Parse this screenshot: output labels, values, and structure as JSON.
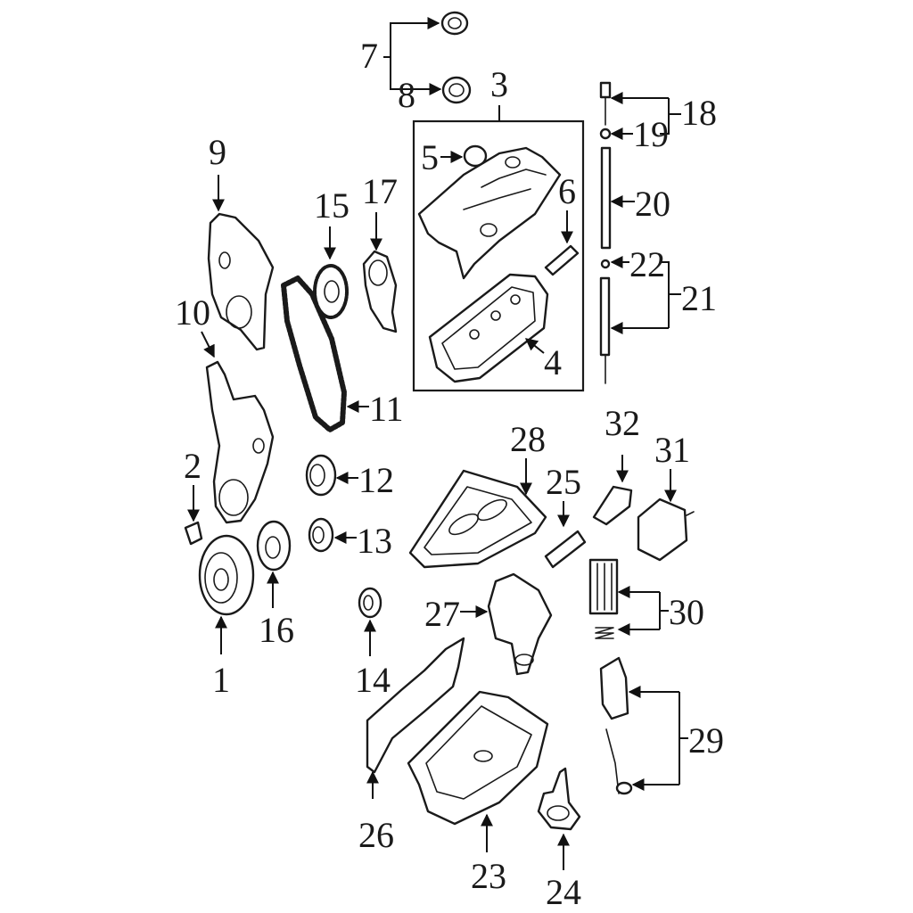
{
  "diagram": {
    "labels": [
      "1",
      "2",
      "3",
      "4",
      "5",
      "6",
      "7",
      "8",
      "9",
      "10",
      "11",
      "12",
      "13",
      "14",
      "15",
      "16",
      "17",
      "18",
      "19",
      "20",
      "21",
      "22",
      "23",
      "24",
      "25",
      "26",
      "27",
      "28",
      "29",
      "30",
      "31",
      "32"
    ]
  }
}
